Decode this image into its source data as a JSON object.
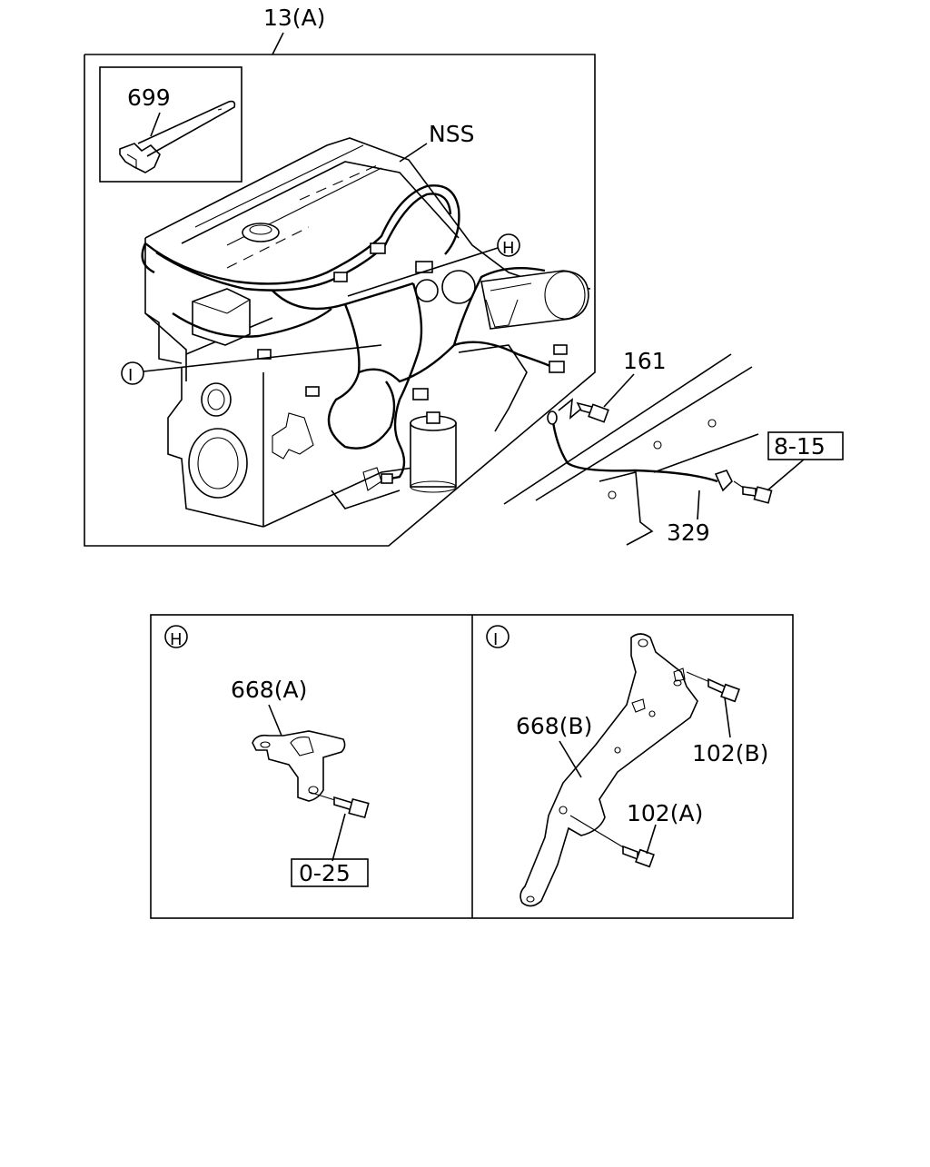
{
  "labels": {
    "engine_assembly": "13(A)",
    "clip": "699",
    "harness": "NSS",
    "callout_h": "H",
    "callout_i": "I",
    "bolt_161": "161",
    "ref_8_15": "8-15",
    "ground_cable": "329",
    "bracket_a": "668(A)",
    "ref_0_25": "0-25",
    "bracket_b": "668(B)",
    "bolt_b": "102(B)",
    "bolt_a": "102(A)"
  }
}
